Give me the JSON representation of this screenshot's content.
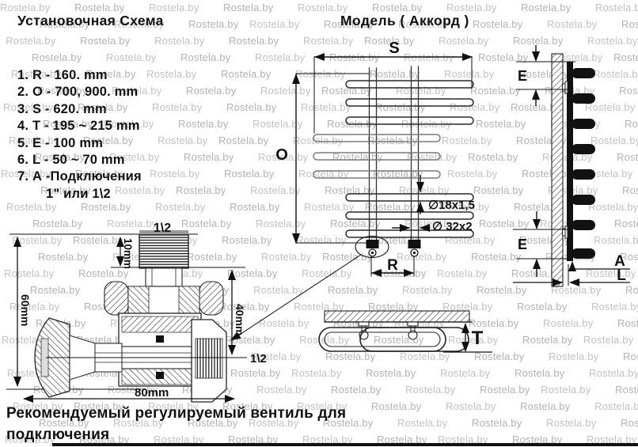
{
  "watermark": {
    "text": "Rostela.by"
  },
  "left_panel": {
    "title": "Установочная Схема",
    "specs": [
      "1. R - 160. mm",
      "2. O - 700, 900. mm",
      "3. S - 620. mm",
      "4. T - 195 ~ 215 mm",
      "5. E - 100 mm",
      "6. L - 50 ~ 70 mm",
      "7. А -Подключения",
      "1\" или 1\\2"
    ]
  },
  "front_view": {
    "title": "Модель  ( Аккорд )",
    "dim_width": "S",
    "dim_height": "O",
    "dim_spacing": "R",
    "tube_diameter": "∅18x1,5",
    "riser_diameter": "∅ 32x2"
  },
  "side_view": {
    "dim_top": "E",
    "dim_bottom": "E",
    "label_a": "A",
    "label_l": "L"
  },
  "top_view": {
    "dim_depth": "T"
  },
  "valve": {
    "label_top": "1\\2",
    "label_right": "1\\2",
    "dim_thread": "10mm",
    "dim_height": "60mm",
    "dim_outlet": "40mm",
    "dim_width": "80mm"
  },
  "footer": {
    "note_line1": "Рекомендуемый регулируемый вентиль для",
    "note_line2": "подключения"
  }
}
